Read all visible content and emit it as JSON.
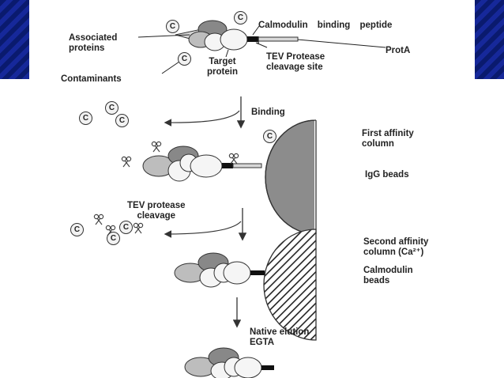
{
  "labels": {
    "calmodulin_binding_peptide": "Calmodulin binding peptide",
    "associated_proteins": "Associated\nproteins",
    "prota": "ProtA",
    "target_protein": "Target\nprotein",
    "tev_cleavage_site": "TEV Protease\ncleavage site",
    "contaminants": "Contaminants",
    "binding": "Binding",
    "first_affinity_column": "First affinity\ncolumn",
    "igg_beads": "IgG beads",
    "tev_protease_cleavage": "TEV protease\ncleavage",
    "second_affinity_column": "Second affinity\ncolumn (Ca²⁺)",
    "calmodulin_beads": "Calmodulin\nbeads",
    "native_elution": "Native elution\nEGTA"
  },
  "contaminant_symbol": "C",
  "icons": {
    "protease": "scissors-icon",
    "contaminant": "contaminant-c-icon"
  },
  "colors": {
    "slide_border": "#0a1a6e",
    "dark_protein": "#888888",
    "medium_protein": "#bdbdbd",
    "light_protein": "#f5f5f5",
    "bead": "#8c8c8c"
  }
}
